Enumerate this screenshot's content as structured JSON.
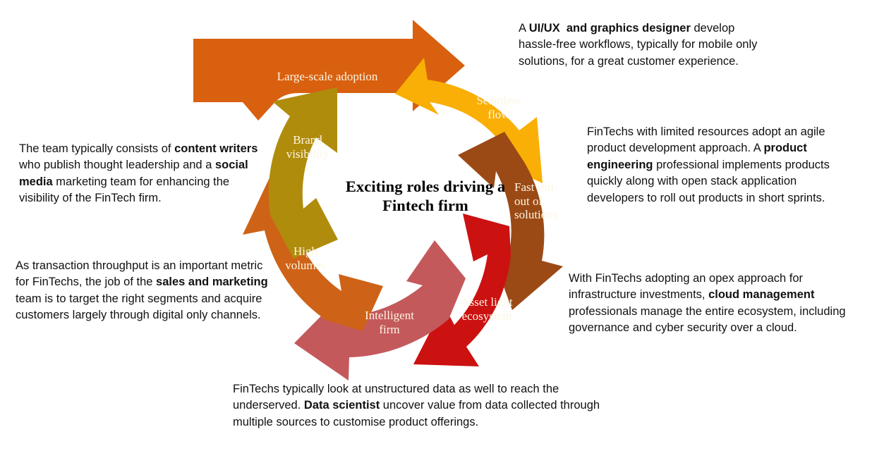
{
  "center": {
    "title": "Exciting roles driving a Fintech firm"
  },
  "colors": {
    "large_scale_adoption": "#D8600F",
    "seamless_flow": "#F9AF05",
    "fast_rollout": "#9B4A15",
    "asset_light": "#CC1111",
    "intelligent_firm": "#C4595C",
    "high_volumes": "#CE6317",
    "brand_visibility": "#B08C0C",
    "label_text": "#FCF6E4",
    "body_text": "#111111",
    "background": "#FFFFFF"
  },
  "segments": [
    {
      "id": "large-scale-adoption",
      "label": "Large-scale adoption",
      "color": "#D8600F"
    },
    {
      "id": "seamless-flow",
      "label": "Seamless\nflow",
      "color": "#F9AF05"
    },
    {
      "id": "fast-roll-out",
      "label": "Fast roll-\nout of\nsolutions",
      "color": "#9B4A15"
    },
    {
      "id": "asset-light-ecosystem",
      "label": "Asset light\necosystem",
      "color": "#CC1111"
    },
    {
      "id": "intelligent-firm",
      "label": "Intelligent\nfirm",
      "color": "#C4595C"
    },
    {
      "id": "high-volumes",
      "label": "High\nvolumes",
      "color": "#CE6317"
    },
    {
      "id": "brand-visibility",
      "label": "Brand\nvisibility",
      "color": "#B08C0C"
    }
  ],
  "notes": {
    "uiux": {
      "id": "ui-ux-designer-note",
      "parts": [
        {
          "text": "A ",
          "bold": false
        },
        {
          "text": "UI/UX  and graphics designer",
          "bold": true
        },
        {
          "text": " develop hassle-free workflows, typically for mobile only solutions, for a great customer experience.",
          "bold": false
        }
      ]
    },
    "product": {
      "id": "product-engineering-note",
      "parts": [
        {
          "text": "FinTechs with limited resources adopt an agile product development approach. A ",
          "bold": false
        },
        {
          "text": "product engineering",
          "bold": true
        },
        {
          "text": " professional implements products quickly along with open stack application developers to roll out products in short sprints.",
          "bold": false
        }
      ]
    },
    "cloud": {
      "id": "cloud-management-note",
      "parts": [
        {
          "text": "With FinTechs adopting an opex approach for infrastructure investments, ",
          "bold": false
        },
        {
          "text": "cloud management",
          "bold": true
        },
        {
          "text": " professionals manage the entire ecosystem, including governance and cyber security over a cloud.",
          "bold": false
        }
      ]
    },
    "data": {
      "id": "data-scientist-note",
      "parts": [
        {
          "text": "FinTechs typically look at unstructured data as well to reach the underserved. ",
          "bold": false
        },
        {
          "text": "Data scientist",
          "bold": true
        },
        {
          "text": " uncover value from data collected through multiple sources to customise product offerings.",
          "bold": false
        }
      ]
    },
    "sales": {
      "id": "sales-marketing-note",
      "parts": [
        {
          "text": "As transaction throughput is an important metric for FinTechs, the job of the ",
          "bold": false
        },
        {
          "text": "sales and marketing",
          "bold": true
        },
        {
          "text": " team is to target the right segments and acquire customers largely through digital only channels.",
          "bold": false
        }
      ]
    },
    "content": {
      "id": "content-writers-note",
      "parts": [
        {
          "text": "The team typically consists of ",
          "bold": false
        },
        {
          "text": "content writers",
          "bold": true
        },
        {
          "text": "  who publish thought leadership and a ",
          "bold": false
        },
        {
          "text": "social media",
          "bold": true
        },
        {
          "text": " marketing team for enhancing the visibility of the FinTech firm.",
          "bold": false
        }
      ]
    }
  }
}
